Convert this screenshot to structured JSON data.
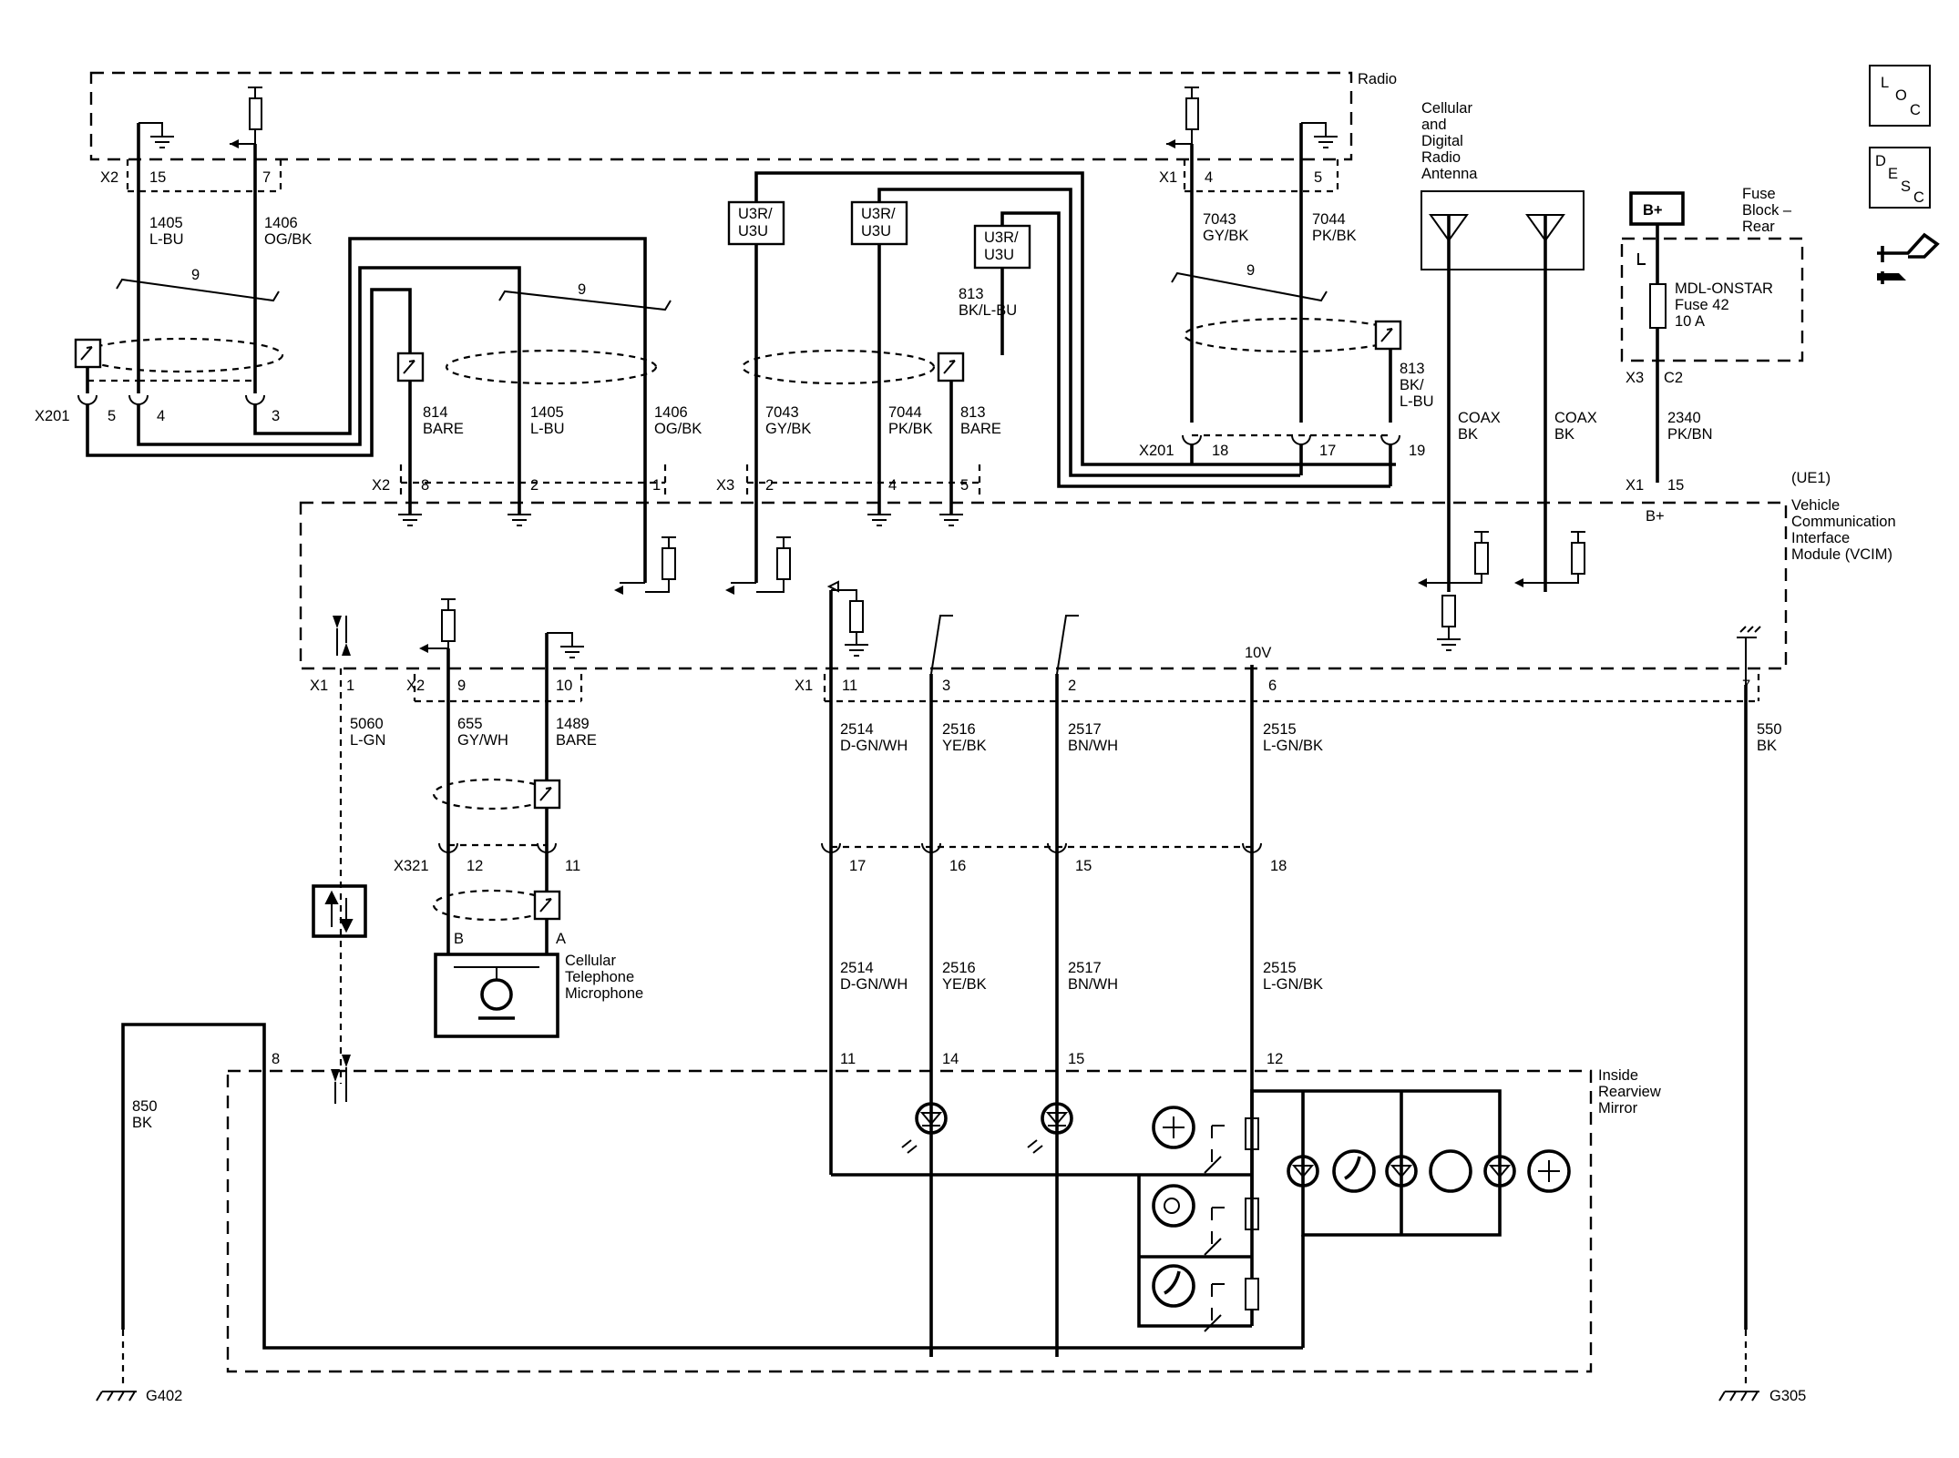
{
  "modules": {
    "radio": "Radio",
    "antenna": [
      "Cellular",
      "and",
      "Digital",
      "Radio",
      "Antenna"
    ],
    "fuse_block": [
      "Fuse",
      "Block –",
      "Rear"
    ],
    "fuse": [
      "MDL-ONSTAR",
      "Fuse 42",
      "10 A"
    ],
    "battery": "B+",
    "vcim": [
      "(UE1)",
      "Vehicle",
      "Communication",
      "Interface",
      "Module (VCIM)"
    ],
    "microphone": [
      "Cellular",
      "Telephone",
      "Microphone"
    ],
    "mirror": [
      "Inside",
      "Rearview",
      "Mirror"
    ],
    "variant_box": [
      "U3R/",
      "U3U"
    ]
  },
  "icons": {
    "loc": [
      "L",
      "O",
      "C"
    ],
    "desc": [
      "D",
      "E",
      "S",
      "C"
    ]
  },
  "connectors": {
    "radio_x2": "X2",
    "radio_x1": "X1",
    "x201": "X201",
    "vcim_x2": "X2",
    "vcim_x3": "X3",
    "vcim_x1": "X1",
    "x321": "X321",
    "fuse_x3": "X3",
    "fuse_c2": "C2",
    "b_plus": "B+",
    "v10": "10V"
  },
  "pins": {
    "radio_x2": [
      "15",
      "7"
    ],
    "radio_x1": [
      "4",
      "5"
    ],
    "x201_left": [
      "5",
      "4",
      "3"
    ],
    "x201_right": [
      "18",
      "17",
      "19"
    ],
    "vcim_x2_top": [
      "8",
      "2",
      "1"
    ],
    "vcim_x3_top": [
      "2",
      "4",
      "5"
    ],
    "vcim_x1_top": "15",
    "vcim_x1_bottom": [
      "1",
      "11",
      "3",
      "2",
      "6",
      "7"
    ],
    "vcim_x2_bottom": [
      "9",
      "10"
    ],
    "x321": [
      "12",
      "11",
      "17",
      "16",
      "15",
      "18"
    ],
    "mic": [
      "B",
      "A"
    ],
    "mirror": [
      "8",
      "11",
      "14",
      "15",
      "12"
    ],
    "twist": "9"
  },
  "wires": {
    "w1405": [
      "1405",
      "L-BU"
    ],
    "w1406": [
      "1406",
      "OG/BK"
    ],
    "w7043": [
      "7043",
      "GY/BK"
    ],
    "w7044": [
      "7044",
      "PK/BK"
    ],
    "w813_top": [
      "813",
      "BK/L-BU"
    ],
    "w813_right": [
      "813",
      "BK/",
      "L-BU"
    ],
    "w814": [
      "814",
      "BARE"
    ],
    "w813_bare": [
      "813",
      "BARE"
    ],
    "coax": [
      "COAX",
      "BK"
    ],
    "w2340": [
      "2340",
      "PK/BN"
    ],
    "w5060": [
      "5060",
      "L-GN"
    ],
    "w655": [
      "655",
      "GY/WH"
    ],
    "w1489": [
      "1489",
      "BARE"
    ],
    "w2514": [
      "2514",
      "D-GN/WH"
    ],
    "w2516": [
      "2516",
      "YE/BK"
    ],
    "w2517": [
      "2517",
      "BN/WH"
    ],
    "w2515": [
      "2515",
      "L-GN/BK"
    ],
    "w550": [
      "550",
      "BK"
    ],
    "w850": [
      "850",
      "BK"
    ]
  },
  "grounds": {
    "g402": "G402",
    "g305": "G305"
  }
}
